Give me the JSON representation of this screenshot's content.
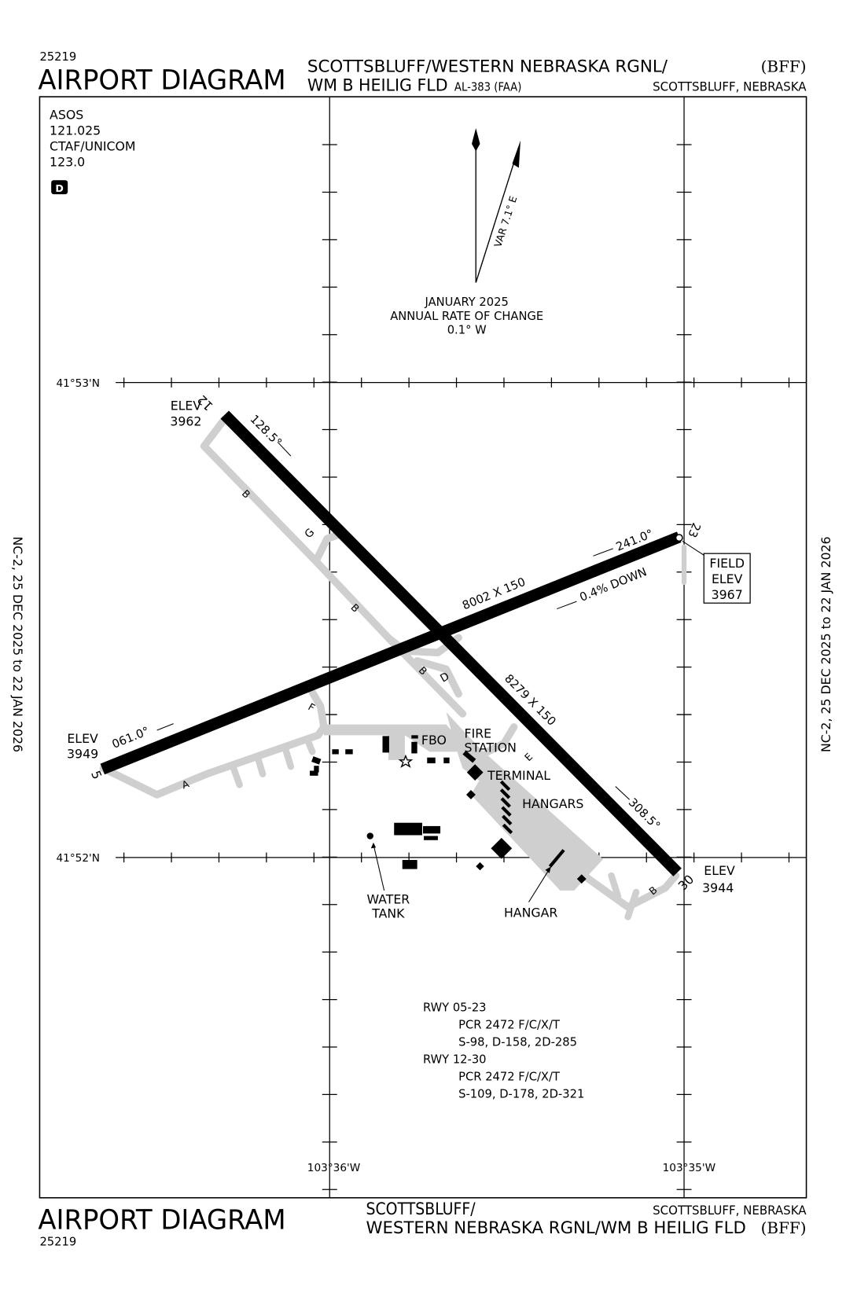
{
  "header": {
    "chart_number": "25219",
    "chart_type": "AIRPORT DIAGRAM",
    "airport_line1": "SCOTTSBLUFF/WESTERN NEBRASKA RGNL/",
    "airport_line2": "WM B HEILIG FLD",
    "procedure_id": "AL-383 (FAA)",
    "identifier": "(BFF)",
    "city_state": "SCOTTSBLUFF, NEBRASKA"
  },
  "comms": {
    "asos_label": "ASOS",
    "asos_freq": "121.025",
    "ctaf_label": "CTAF/UNICOM",
    "ctaf_freq": "123.0",
    "atis_badge": "D"
  },
  "magnetic": {
    "variation": "VAR 7.1° E",
    "date": "JANUARY 2025",
    "rate_label": "ANNUAL RATE OF CHANGE",
    "rate": "0.1° W"
  },
  "coords": {
    "lat_north": "41°53'N",
    "lat_south": "41°52'N",
    "lon_west": "103°36'W",
    "lon_east": "103°35'W"
  },
  "runways": {
    "rwy12_30": {
      "end_12": "12",
      "end_30": "30",
      "heading_12": "128.5°",
      "heading_30": "308.5°",
      "dimensions": "8279 X 150",
      "elev_12_label": "ELEV",
      "elev_12": "3962",
      "elev_30_label": "ELEV",
      "elev_30": "3944"
    },
    "rwy05_23": {
      "end_5": "5",
      "end_23": "23",
      "heading_5": "061.0°",
      "heading_23": "241.0°",
      "dimensions": "8002 X 150",
      "slope": "0.4% DOWN",
      "elev_5_label": "ELEV",
      "elev_5": "3949"
    }
  },
  "field_elev": {
    "line1": "FIELD",
    "line2": "ELEV",
    "value": "3967"
  },
  "taxiways": {
    "a": "A",
    "b": "B",
    "d": "D",
    "e": "E",
    "f": "F",
    "g": "G"
  },
  "facilities": {
    "fbo": "FBO",
    "fire_station_1": "FIRE",
    "fire_station_2": "STATION",
    "terminal": "TERMINAL",
    "hangars": "HANGARS",
    "hangar": "HANGAR",
    "water_tank_1": "WATER",
    "water_tank_2": "TANK"
  },
  "pavement": {
    "rwy1": "RWY 05-23",
    "rwy1_pcr": "PCR 2472 F/C/X/T",
    "rwy1_str": "S-98, D-158, 2D-285",
    "rwy2": "RWY 12-30",
    "rwy2_pcr": "PCR 2472 F/C/X/T",
    "rwy2_str": "S-109, D-178, 2D-321"
  },
  "side_text": "NC-2,  25 DEC 2025  to  22 JAN 2026",
  "footer": {
    "chart_type": "AIRPORT DIAGRAM",
    "chart_number": "25219",
    "airport_line1": "SCOTTSBLUFF/",
    "airport_line2": "WESTERN NEBRASKA RGNL/WM B HEILIG FLD",
    "identifier": "(BFF)",
    "city_state": "SCOTTSBLUFF, NEBRASKA"
  },
  "colors": {
    "runway": "#000000",
    "taxiway": "#cfcfcf",
    "ink": "#000000"
  }
}
